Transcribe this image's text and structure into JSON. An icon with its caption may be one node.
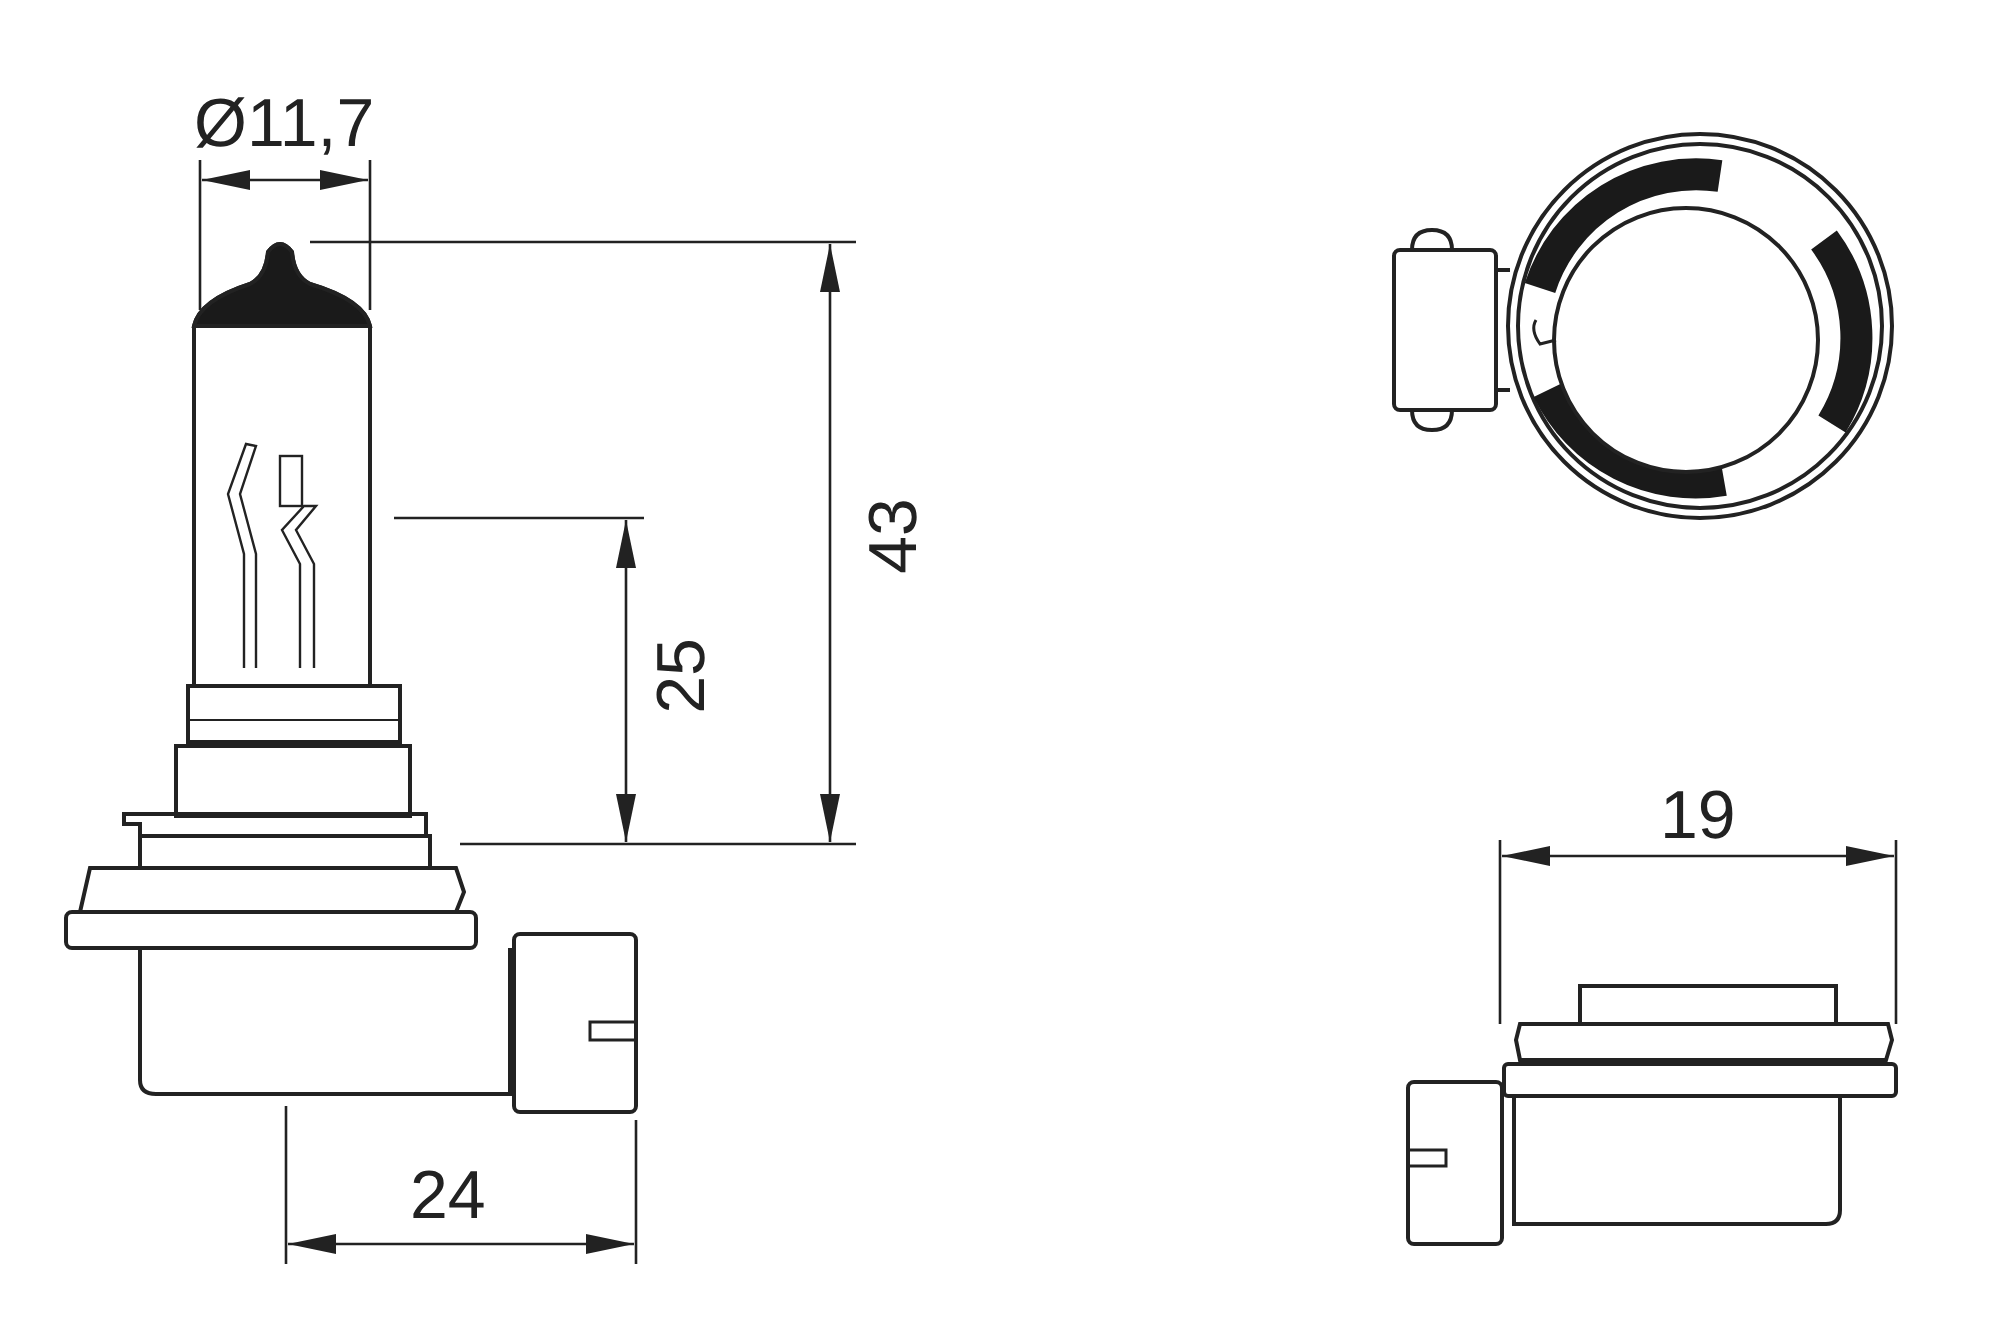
{
  "diagram": {
    "labels": [
      "Ø11,7",
      "43",
      "25",
      "24",
      "19"
    ]
  }
}
